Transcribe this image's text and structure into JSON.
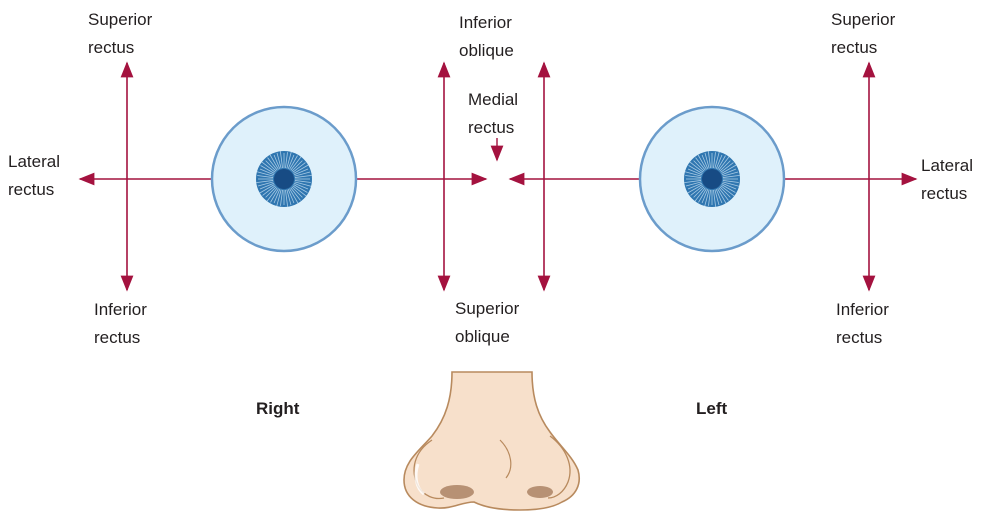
{
  "colors": {
    "arrow": "#a4123f",
    "eyeball_fill": "#dff1fb",
    "eyeball_stroke": "#6b9ccb",
    "iris": "#2f76b0",
    "pupil": "#174b84",
    "nose_skin": "#f7e0cb",
    "nose_outline": "#b88a5e",
    "nostril": "#b79174"
  },
  "labels": {
    "right_superior_rectus": [
      "Superior",
      "rectus"
    ],
    "right_lateral_rectus": [
      "Lateral",
      "rectus"
    ],
    "right_inferior_rectus": [
      "Inferior",
      "rectus"
    ],
    "inferior_oblique": [
      "Inferior",
      "oblique"
    ],
    "medial_rectus": [
      "Medial",
      "rectus"
    ],
    "superior_oblique": [
      "Superior",
      "oblique"
    ],
    "left_superior_rectus": [
      "Superior",
      "rectus"
    ],
    "left_lateral_rectus": [
      "Lateral",
      "rectus"
    ],
    "left_inferior_rectus": [
      "Inferior",
      "rectus"
    ]
  },
  "sides": {
    "right": "Right",
    "left": "Left"
  }
}
